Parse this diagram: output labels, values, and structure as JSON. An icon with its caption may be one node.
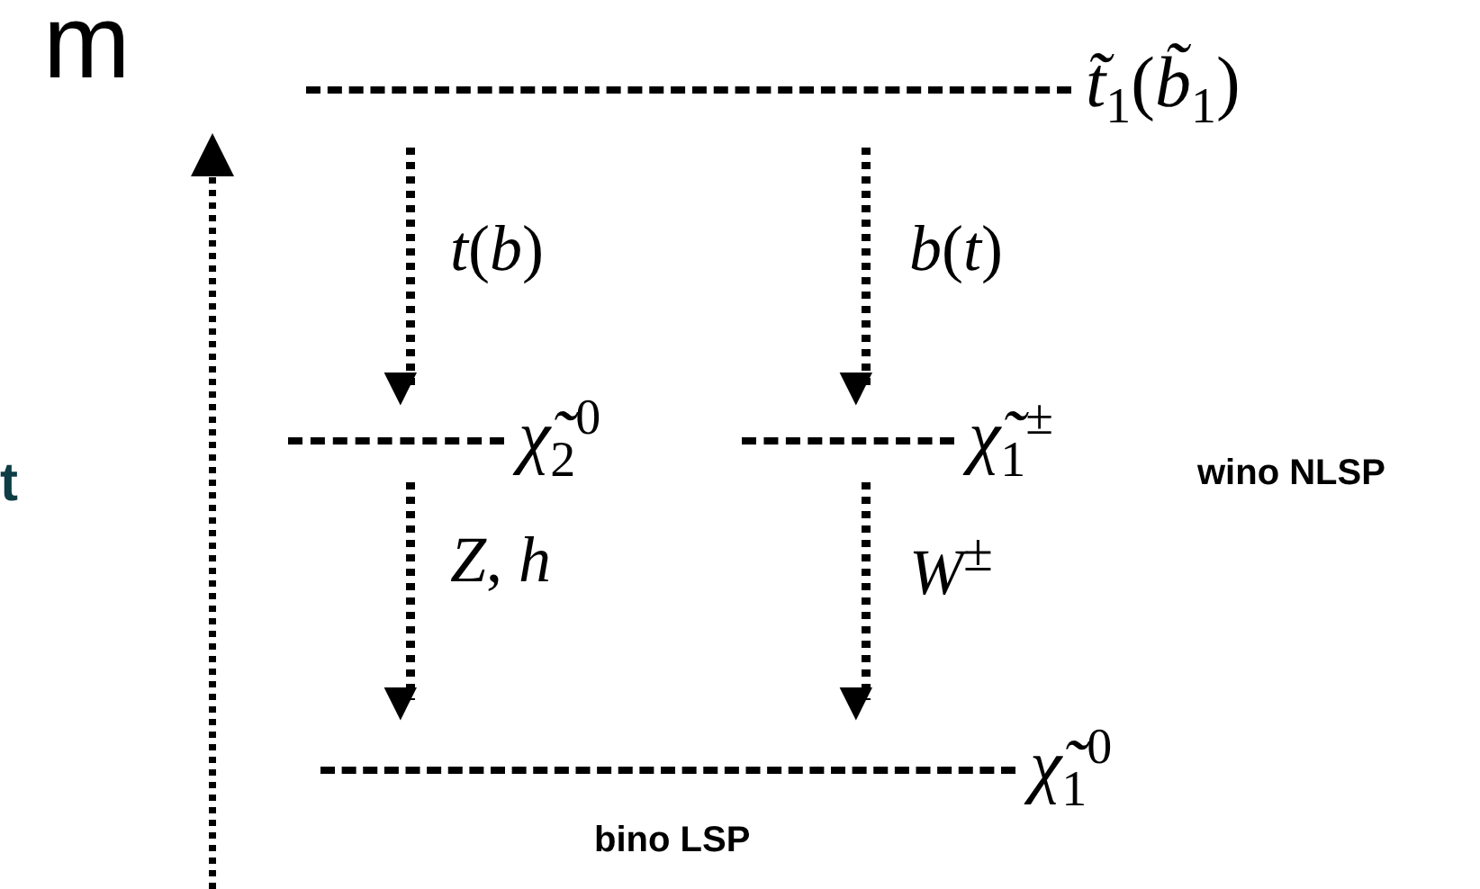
{
  "diagram": {
    "nodes": [
      {
        "text": [
          "*t̃*$_{1}$(*b̃*$_{1}$)"
        ]
      },
      {
        "text": [
          "*χ̃*$_{2}$$^{0}$"
        ]
      },
      {
        "text": [
          "*χ̃*$_{1}$$^{±}$"
        ]
      },
      {
        "text": [
          "*χ̃*$_{1}$$^{0}$"
        ],
        "beside": [
          "bino LSP"
        ]
      }
    ],
    "edges": [
      {
        "from": 0,
        "to": 1,
        "arrow": "to",
        "label": "*t*(*b*)"
      },
      {
        "from": 0,
        "to": 2,
        "arrow": "to",
        "label": "*b*(*t*)"
      },
      {
        "from": 1,
        "to": 3,
        "arrow": "to",
        "label": "*Z*, *h*"
      },
      {
        "from": 2,
        "to": 3,
        "arrow": "to",
        "label": "*W*$^{±}$"
      }
    ],
    "labels": [
      "m",
      "t",
      "wino NLSP"
    ]
  }
}
